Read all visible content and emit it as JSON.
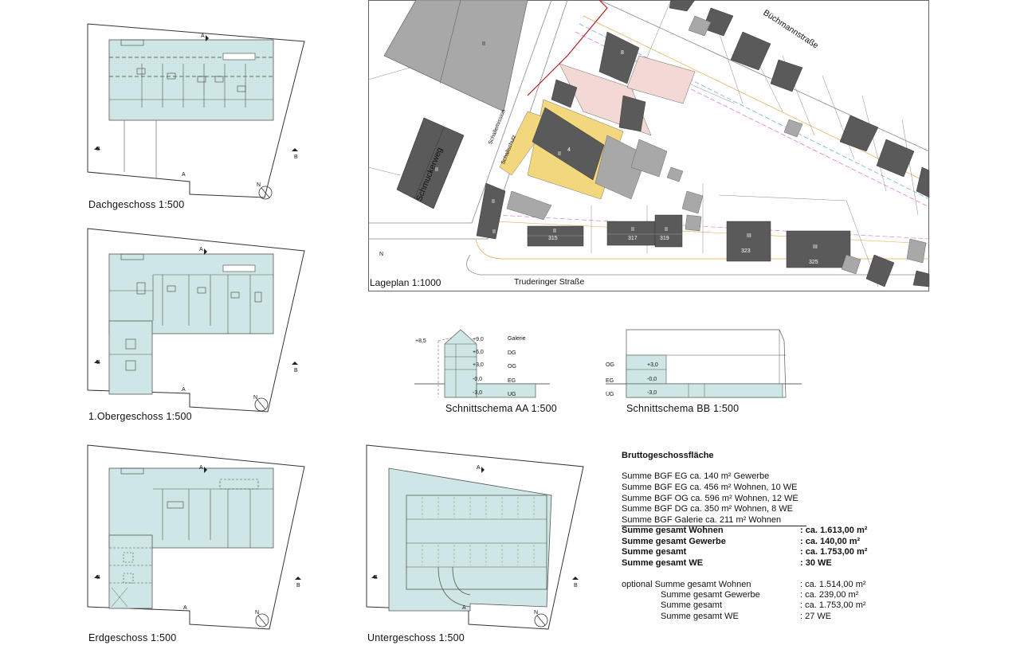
{
  "plans": {
    "dg_caption": "Dachgeschoss 1:500",
    "og_caption": "1.Obergeschoss 1:500",
    "eg_caption": "Erdgeschoss 1:500",
    "ug_caption": "Untergeschoss 1:500"
  },
  "marks": {
    "a": "A",
    "b": "B",
    "north": "N"
  },
  "site": {
    "caption": "Lageplan 1:1000",
    "street_buechmann": "Büchmannstraße",
    "street_schmucker": "Schmuckerweg",
    "street_truderinger": "Truderinger Straße",
    "schallemission": "Schallemission",
    "schallschutz": "Schallschutz",
    "houses": [
      "315",
      "317",
      "319",
      "323",
      "325"
    ],
    "floors": [
      "II",
      "III",
      "I"
    ],
    "highlight_color": "#f3d77c"
  },
  "sections": {
    "aa_caption": "Schnittschema AA 1:500",
    "bb_caption": "Schnittschema BB 1:500",
    "aa_levels": [
      "Galerie",
      "DG",
      "OG",
      "EG",
      "UG"
    ],
    "aa_heights": [
      "+9,0",
      "+6,0",
      "+3,0",
      "-0,0",
      "-3,0"
    ],
    "aa_top": "+8,5",
    "bb_levels": [
      "OG",
      "EG",
      "UG"
    ],
    "bb_heights": [
      "+3,0",
      "-0,0",
      "-3,0"
    ]
  },
  "bgf": {
    "title": "Bruttogeschossfläche",
    "lines": [
      "Summe BGF EG  ca. 140 m² Gewerbe",
      "Summe BGF EG  ca. 456 m² Wohnen, 10 WE",
      "Summe BGF OG ca. 596 m² Wohnen, 12 WE",
      "Summe BGF DG ca. 350 m² Wohnen, 8 WE",
      "Summe BGF Galerie ca. 211 m² Wohnen"
    ],
    "totals": [
      {
        "label": "Summe gesamt Wohnen",
        "value": ": ca. 1.613,00 m²"
      },
      {
        "label": "Summe gesamt Gewerbe",
        "value": ": ca. 140,00 m²"
      },
      {
        "label": "Summe gesamt",
        "value": ": ca. 1.753,00 m²"
      },
      {
        "label": "Summe gesamt WE",
        "value": ": 30 WE"
      }
    ],
    "optional_prefix": "optional",
    "optional": [
      {
        "label": "Summe gesamt Wohnen",
        "value": ": ca. 1.514,00 m²"
      },
      {
        "label": "Summe gesamt Gewerbe",
        "value": ": ca. 239,00 m²"
      },
      {
        "label": "Summe gesamt",
        "value": ": ca. 1.753,00 m²"
      },
      {
        "label": "Summe gesamt WE",
        "value": ": 27 WE"
      }
    ]
  },
  "colors": {
    "plan_fill": "#cfe6e6",
    "building_dark": "#5a5a5a",
    "building_grey": "#a8a8a8",
    "pink": "#f3d9d6"
  }
}
